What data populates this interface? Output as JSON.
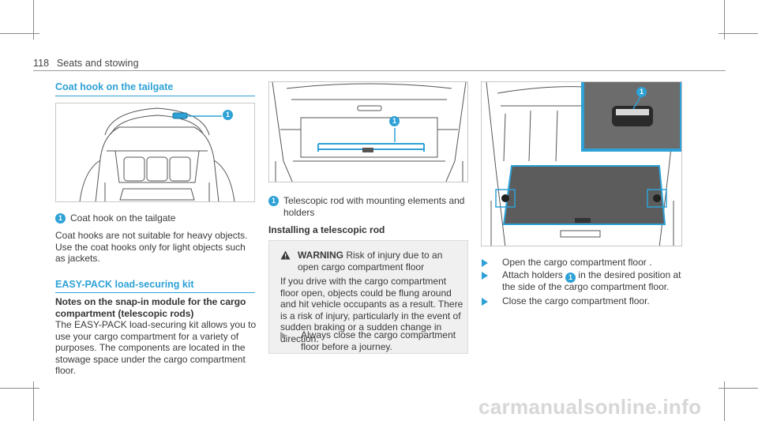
{
  "header": {
    "page_number": "118",
    "section": "Seats and stowing"
  },
  "coat_hook": {
    "title": "Coat hook on the tailgate",
    "callout": "1",
    "caption": "Coat hook on the tailgate",
    "body": "Coat hooks are not suitable for heavy objects. Use the coat hooks only for light objects such as jackets."
  },
  "easy_pack": {
    "title": "EASY-PACK load-securing kit",
    "notes_heading": "Notes on the snap-in module for the cargo compartment (telescopic rods)",
    "notes_body": "The EASY-PACK load-securing kit allows you to use your cargo compartment for a variety of purposes. The components are located in the stowage space under the cargo compartment floor."
  },
  "telescopic": {
    "callout": "1",
    "caption": "Telescopic rod with mounting elements and holders",
    "install_heading": "Installing a telescopic rod"
  },
  "warning": {
    "label": "WARNING",
    "title": "Risk of injury due to an open cargo compartment floor",
    "body": "If you drive with the cargo compartment floor open, objects could be flung around and hit vehicle occupants as a result. There is a risk of injury, particularly in the event of sudden braking or a sudden change in direction.",
    "instruction": "Always close the cargo compartment floor before a journey."
  },
  "steps": {
    "callout": "1",
    "step1": "Open the cargo compartment floor .",
    "step2_pre": "Attach holders",
    "step2_post": "in the desired position at the side of the cargo compartment floor.",
    "step3": "Close the cargo compartment floor."
  },
  "watermark": "carmanualsonline.info",
  "colors": {
    "accent": "#2ea1d6",
    "warning_bg": "#f0f0f0",
    "text": "#3a3a3a"
  }
}
